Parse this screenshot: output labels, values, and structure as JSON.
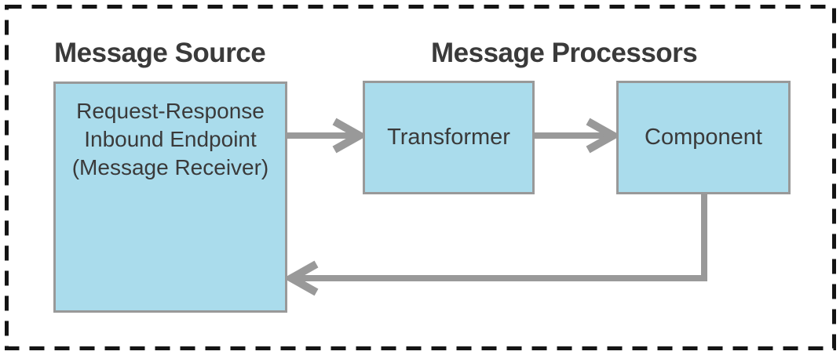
{
  "diagram": {
    "type": "flow-diagram",
    "background_color": "#ffffff",
    "boundary_color": "#141414",
    "node_fill_color": "#aadcec",
    "node_border_color": "#999999",
    "arrow_color": "#999999",
    "text_color": "#3a3a3a",
    "headings": {
      "source": "Message Source",
      "processors": "Message Processors"
    },
    "nodes": {
      "endpoint": {
        "lines": [
          "Request-Response",
          "Inbound Endpoint",
          "(Message Receiver)"
        ]
      },
      "transformer": {
        "label": "Transformer"
      },
      "component": {
        "label": "Component"
      }
    },
    "connections": [
      {
        "from": "endpoint",
        "to": "transformer",
        "style": "arrow-right"
      },
      {
        "from": "transformer",
        "to": "component",
        "style": "arrow-right"
      },
      {
        "from": "component",
        "to": "endpoint",
        "style": "arrow-down-then-left"
      }
    ]
  }
}
